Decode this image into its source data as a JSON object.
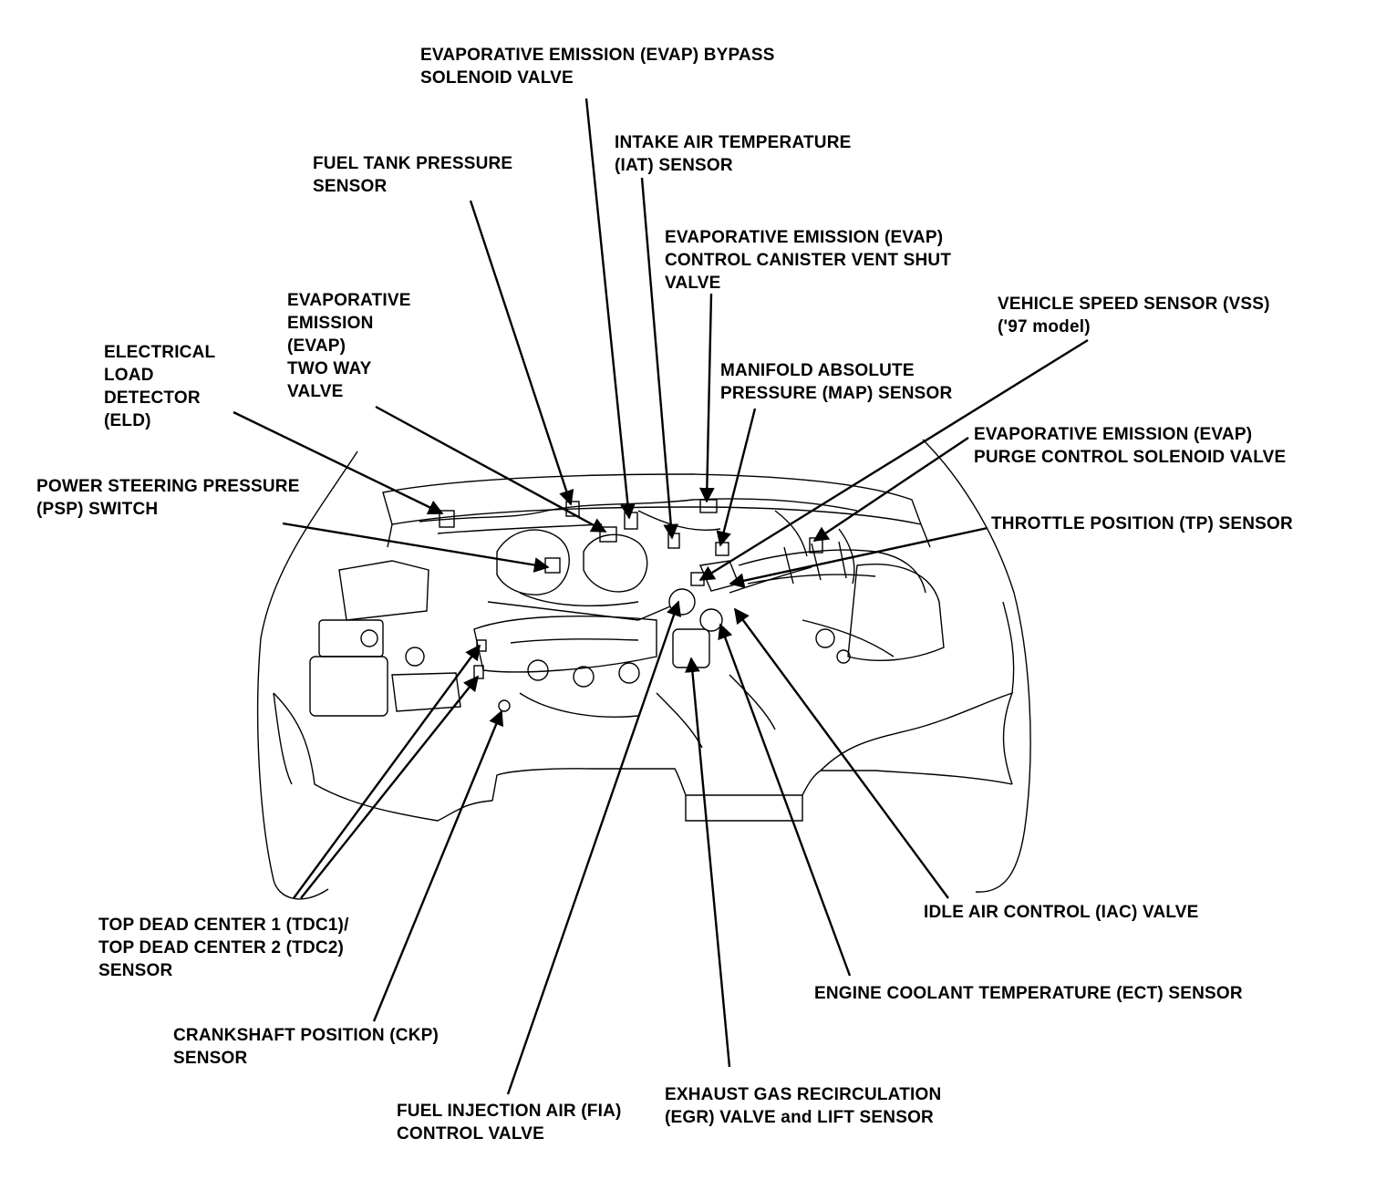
{
  "labels": {
    "evap_bypass": [
      "EVAPORATIVE EMISSION (EVAP) BYPASS",
      "SOLENOID VALVE"
    ],
    "iat": [
      "INTAKE AIR TEMPERATURE",
      "(IAT) SENSOR"
    ],
    "fuel_tank": [
      "FUEL TANK PRESSURE",
      "SENSOR"
    ],
    "evap_canister": [
      "EVAPORATIVE EMISSION (EVAP)",
      "CONTROL CANISTER VENT SHUT",
      "VALVE"
    ],
    "evap_two_way": [
      "EVAPORATIVE",
      "EMISSION",
      "(EVAP)",
      "TWO WAY",
      "VALVE"
    ],
    "vss": [
      "VEHICLE SPEED SENSOR (VSS)",
      "('97 model)"
    ],
    "eld": [
      "ELECTRICAL",
      "LOAD",
      "DETECTOR",
      "(ELD)"
    ],
    "map": [
      "MANIFOLD ABSOLUTE",
      "PRESSURE (MAP) SENSOR"
    ],
    "evap_purge": [
      "EVAPORATIVE EMISSION (EVAP)",
      "PURGE CONTROL SOLENOID VALVE"
    ],
    "psp": [
      "POWER STEERING PRESSURE",
      "(PSP) SWITCH"
    ],
    "tp": [
      "THROTTLE POSITION (TP) SENSOR"
    ],
    "tdc": [
      "TOP DEAD CENTER 1 (TDC1)/",
      "TOP DEAD CENTER 2 (TDC2)",
      "SENSOR"
    ],
    "iac": [
      "IDLE AIR CONTROL (IAC) VALVE"
    ],
    "ect": [
      "ENGINE COOLANT TEMPERATURE (ECT) SENSOR"
    ],
    "ckp": [
      "CRANKSHAFT POSITION (CKP)",
      "SENSOR"
    ],
    "fia": [
      "FUEL INJECTION AIR (FIA)",
      "CONTROL VALVE"
    ],
    "egr": [
      "EXHAUST GAS RECIRCULATION",
      "(EGR) VALVE and LIFT SENSOR"
    ]
  }
}
